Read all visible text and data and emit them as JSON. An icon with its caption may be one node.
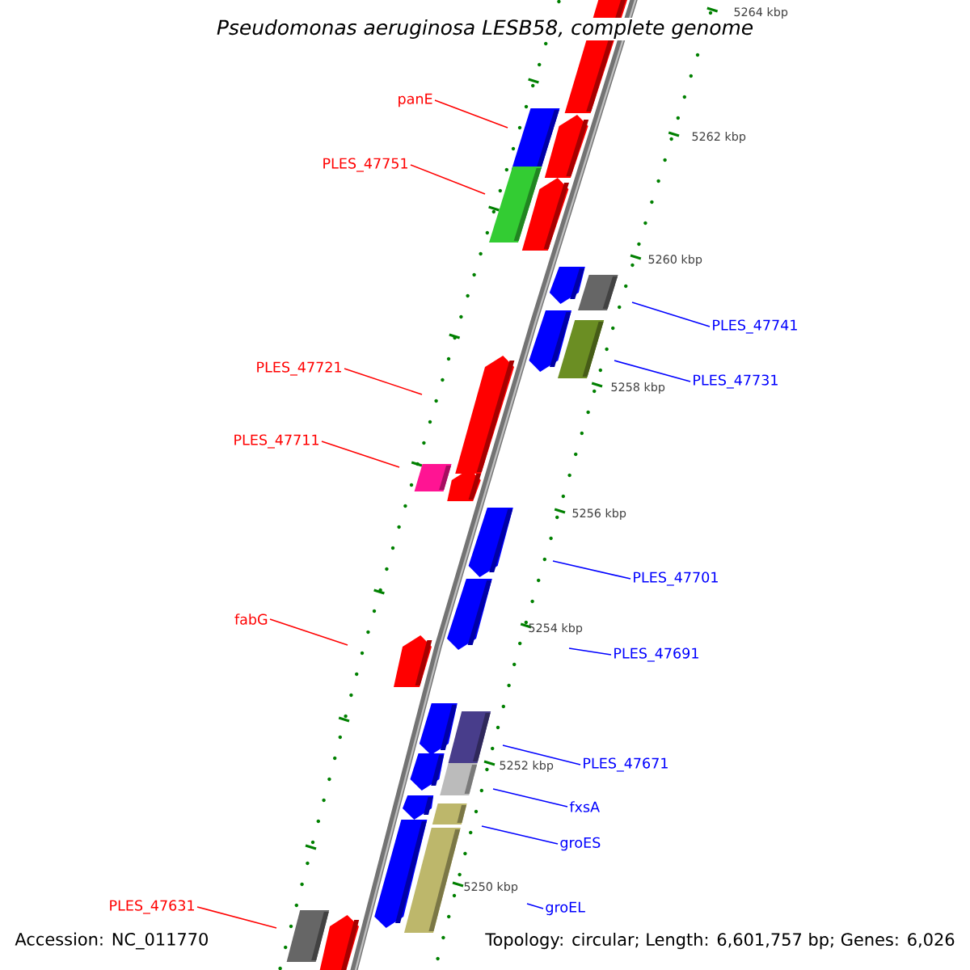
{
  "diagram": {
    "title": "Pseudomonas aeruginosa LESB58, complete genome",
    "nodes": [
      {
        "text": [
          "panE"
        ]
      },
      {
        "text": [
          "PLES_47751"
        ]
      },
      {
        "text": [
          "PLES_47741"
        ]
      },
      {
        "text": [
          "PLES_47721"
        ]
      },
      {
        "text": [
          "PLES_47731"
        ]
      },
      {
        "text": [
          "PLES_47711"
        ]
      },
      {
        "text": [
          "PLES_47701"
        ]
      },
      {
        "text": [
          "fabG"
        ]
      },
      {
        "text": [
          "PLES_47691"
        ]
      },
      {
        "text": [
          "PLES_47671"
        ]
      },
      {
        "text": [
          "fxsA"
        ]
      },
      {
        "text": [
          "groES"
        ]
      },
      {
        "text": [
          "groEL"
        ]
      },
      {
        "text": [
          "PLES_47631"
        ]
      }
    ],
    "edges": [
      {
        "from": 0,
        "to": null,
        "arrow": "none",
        "color": "#ff0000"
      },
      {
        "from": 1,
        "to": null,
        "arrow": "none",
        "color": "#ff0000"
      },
      {
        "from": 2,
        "to": null,
        "arrow": "none"
      },
      {
        "from": 3,
        "to": null,
        "arrow": "none",
        "color": "#ff0000"
      },
      {
        "from": 4,
        "to": null,
        "arrow": "none"
      },
      {
        "from": 5,
        "to": null,
        "arrow": "none",
        "color": "#ff0000"
      },
      {
        "from": 6,
        "to": null,
        "arrow": "none"
      },
      {
        "from": 7,
        "to": null,
        "arrow": "none",
        "color": "#ff0000"
      },
      {
        "from": 8,
        "to": null,
        "arrow": "none"
      },
      {
        "from": 9,
        "to": null,
        "arrow": "none"
      },
      {
        "from": 10,
        "to": null,
        "arrow": "none"
      },
      {
        "from": 11,
        "to": null,
        "arrow": "none"
      },
      {
        "from": 12,
        "to": null,
        "arrow": "none"
      },
      {
        "from": 13,
        "to": null,
        "arrow": "none",
        "color": "#ff0000"
      }
    ],
    "labels": [
      "5264 kbp",
      "5262 kbp",
      "5260 kbp",
      "5258 kbp",
      "5256 kbp",
      "5254 kbp",
      "5252 kbp",
      "5250 kbp",
      "Accession: NC_011770",
      "Topology: circular; Length: 6,601,757 bp; Genes: 6,026"
    ]
  }
}
